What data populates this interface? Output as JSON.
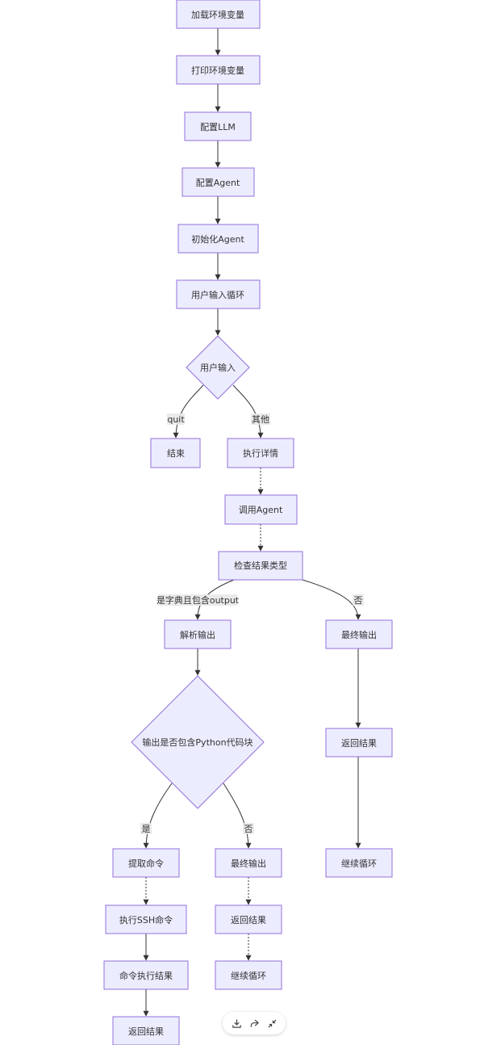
{
  "diagram": {
    "nodes": {
      "n1": "加载环境变量",
      "n2": "打印环境变量",
      "n3": "配置LLM",
      "n4": "配置Agent",
      "n5": "初始化Agent",
      "n6": "用户输入循环",
      "d1": "用户输入",
      "n7": "结束",
      "n8": "执行详情",
      "n9": "调用Agent",
      "n10": "检查结果类型",
      "n11": "解析输出",
      "n12": "最终输出",
      "n13": "返回结果",
      "n14": "继续循环",
      "d2": "输出是否包含Python代码块",
      "n15": "提取命令",
      "n16": "最终输出",
      "n17": "执行SSH命令",
      "n18": "返回结果",
      "n19": "命令执行结果",
      "n20": "继续循环",
      "n21": "返回结果"
    },
    "edge_labels": {
      "quit": "quit",
      "other": "其他",
      "dict_output": "是字典且包含output",
      "no1": "否",
      "yes2": "是",
      "no2": "否"
    }
  },
  "toolbar": {
    "icons": [
      "download-icon",
      "share-icon",
      "collapse-icon"
    ]
  },
  "colors": {
    "node_fill": "#ECECFF",
    "node_stroke": "#9370DB",
    "edge": "#333333"
  }
}
